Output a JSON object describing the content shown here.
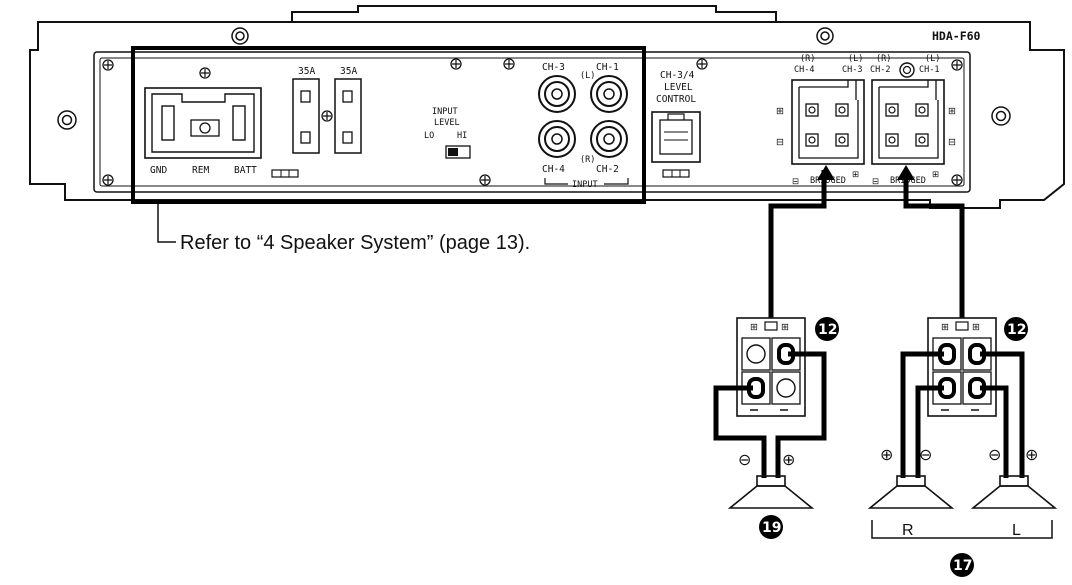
{
  "amplifier": {
    "model": "HDA-F60",
    "power_terminal_labels": [
      "GND",
      "REM",
      "BATT"
    ],
    "fuse_labels": [
      "35A",
      "35A"
    ],
    "input_level": {
      "title_line1": "INPUT",
      "title_line2": "LEVEL",
      "lo": "LO",
      "hi": "HI"
    },
    "rca": {
      "ch3": "CH-3",
      "ch1": "CH-1",
      "ch4": "CH-4",
      "ch2": "CH-2",
      "left": "(L)",
      "right": "(R)",
      "input": "INPUT"
    },
    "level_control": {
      "line1": "CH-3/4",
      "line2": "LEVEL",
      "line3": "CONTROL"
    },
    "speaker_out_left": {
      "r_tag": "(R)",
      "r_ch": "CH-4",
      "l_tag": "(L)",
      "l_ch": "CH-3",
      "bridged": "BRIDGED"
    },
    "speaker_out_right": {
      "r_tag": "(R)",
      "r_ch": "CH-2",
      "l_tag": "(L)",
      "l_ch": "CH-1",
      "bridged": "BRIDGED"
    },
    "plus_sign": "⊞",
    "minus_sign": "⊟"
  },
  "callout_text": "Refer to “4 Speaker System” (page 13).",
  "numbered_markers": {
    "connector_left": "12",
    "connector_right": "12",
    "single_speaker": "19",
    "pair_speakers": "17"
  },
  "speaker_labels": {
    "r": "R",
    "l": "L"
  },
  "polarity": {
    "plus": "⊕",
    "minus": "⊖"
  }
}
